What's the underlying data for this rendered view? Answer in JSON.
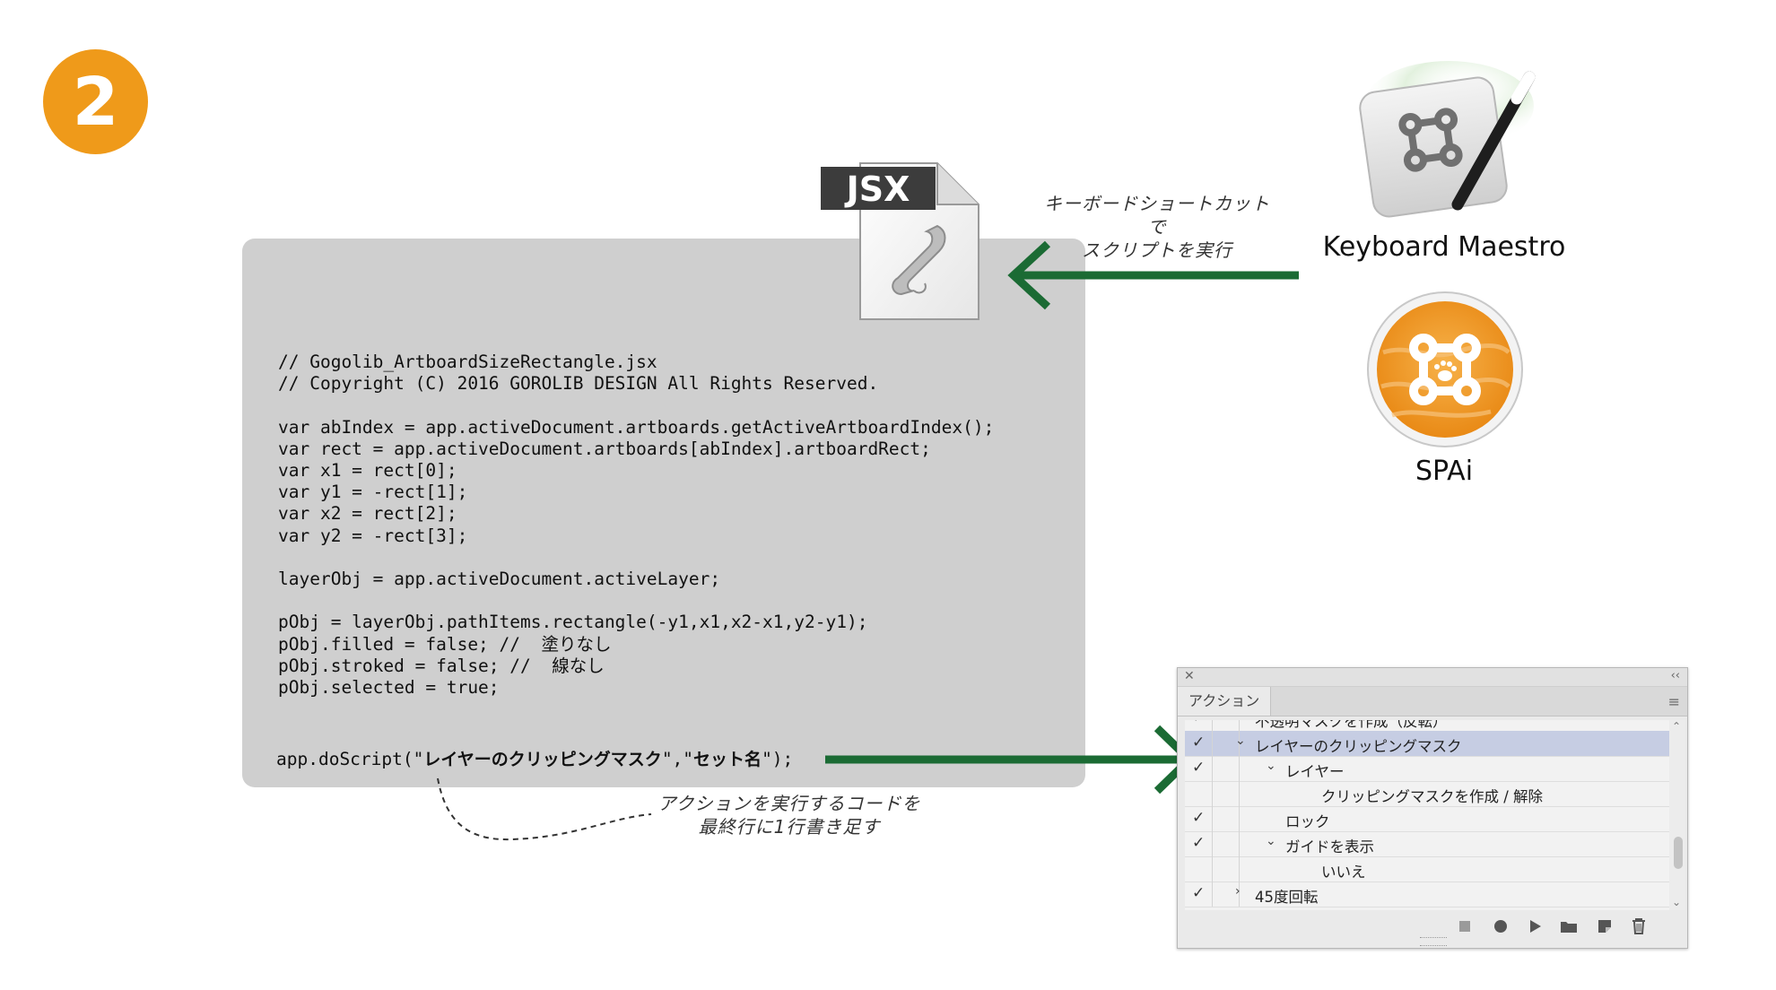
{
  "step_number": "2",
  "code": {
    "lines": [
      "// Gogolib_ArtboardSizeRectangle.jsx",
      "// Copyright (C) 2016 GOROLIB DESIGN All Rights Reserved.",
      "",
      "var abIndex = app.activeDocument.artboards.getActiveArtboardIndex();",
      "var rect = app.activeDocument.artboards[abIndex].artboardRect;",
      "var x1 = rect[0];",
      "var y1 = -rect[1];",
      "var x2 = rect[2];",
      "var y2 = -rect[3];",
      "",
      "layerObj = app.activeDocument.activeLayer;",
      "",
      "pObj = layerObj.pathItems.rectangle(-y1,x1,x2-x1,y2-y1);",
      "pObj.filled = false; //  塗りなし",
      "pObj.stroked = false; //  線なし",
      "pObj.selected = true;"
    ],
    "last_line_prefix": "app.doScript(\"",
    "last_line_action": "レイヤーのクリッピングマスク",
    "last_line_mid": "\",\"",
    "last_line_set": "セット名",
    "last_line_suffix": "\");"
  },
  "jsx_icon_label": "JSX",
  "note_keyboard": [
    "キーボードショートカットで",
    "スクリプトを実行"
  ],
  "note_action": [
    "アクションを実行するコードを",
    "最終行に1行書き足す"
  ],
  "keyboard_maestro": {
    "label": "Keyboard Maestro",
    "icon": "command-magic-wand-icon"
  },
  "spai": {
    "label": "SPAi",
    "icon": "command-paw-icon"
  },
  "arrow_color": "#1b6b34",
  "step_color": "#ef9a1a",
  "actions_panel": {
    "tab_label": "アクション",
    "rows": [
      {
        "check": "✓",
        "twisty": "›",
        "label": "不透明マスクを作成（反転）",
        "indent": 1
      },
      {
        "check": "✓",
        "twisty": "⌄",
        "label": "レイヤーのクリッピングマスク",
        "indent": 1,
        "selected": true
      },
      {
        "check": "✓",
        "twisty": "⌄",
        "label": "レイヤー",
        "indent": 2
      },
      {
        "check": "",
        "twisty": "",
        "label": "クリッピングマスクを作成 / 解除",
        "indent": 3
      },
      {
        "check": "✓",
        "twisty": "",
        "label": "ロック",
        "indent": 2
      },
      {
        "check": "✓",
        "twisty": "⌄",
        "label": "ガイドを表示",
        "indent": 2
      },
      {
        "check": "",
        "twisty": "",
        "label": "いいえ",
        "indent": 3
      },
      {
        "check": "✓",
        "twisty": "›",
        "label": "45度回転",
        "indent": 1
      }
    ],
    "toolbar_icons": [
      "stop-icon",
      "record-icon",
      "play-icon",
      "new-set-folder-icon",
      "new-action-icon",
      "trash-icon"
    ]
  }
}
